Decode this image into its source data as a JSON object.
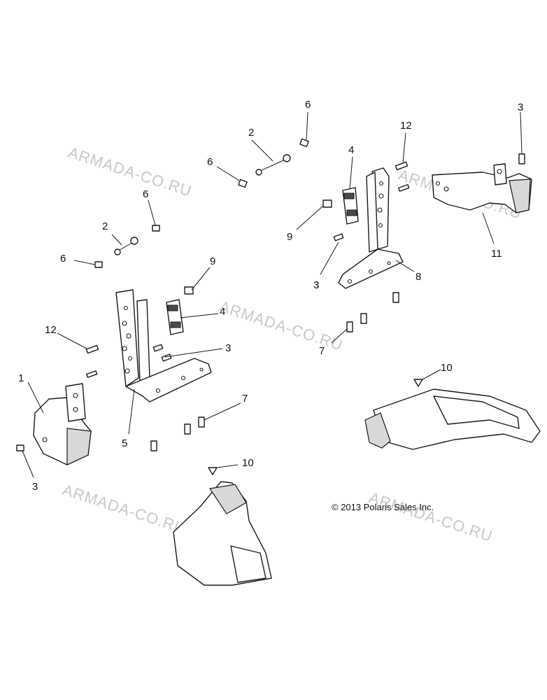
{
  "watermark": "ARMADA-CO.RU",
  "copyright": "© 2013 Polaris Sales Inc.",
  "callouts": [
    "1",
    "2",
    "2",
    "3",
    "3",
    "3",
    "3",
    "4",
    "4",
    "5",
    "6",
    "6",
    "6",
    "6",
    "7",
    "7",
    "8",
    "9",
    "9",
    "10",
    "10",
    "11",
    "12",
    "12"
  ]
}
